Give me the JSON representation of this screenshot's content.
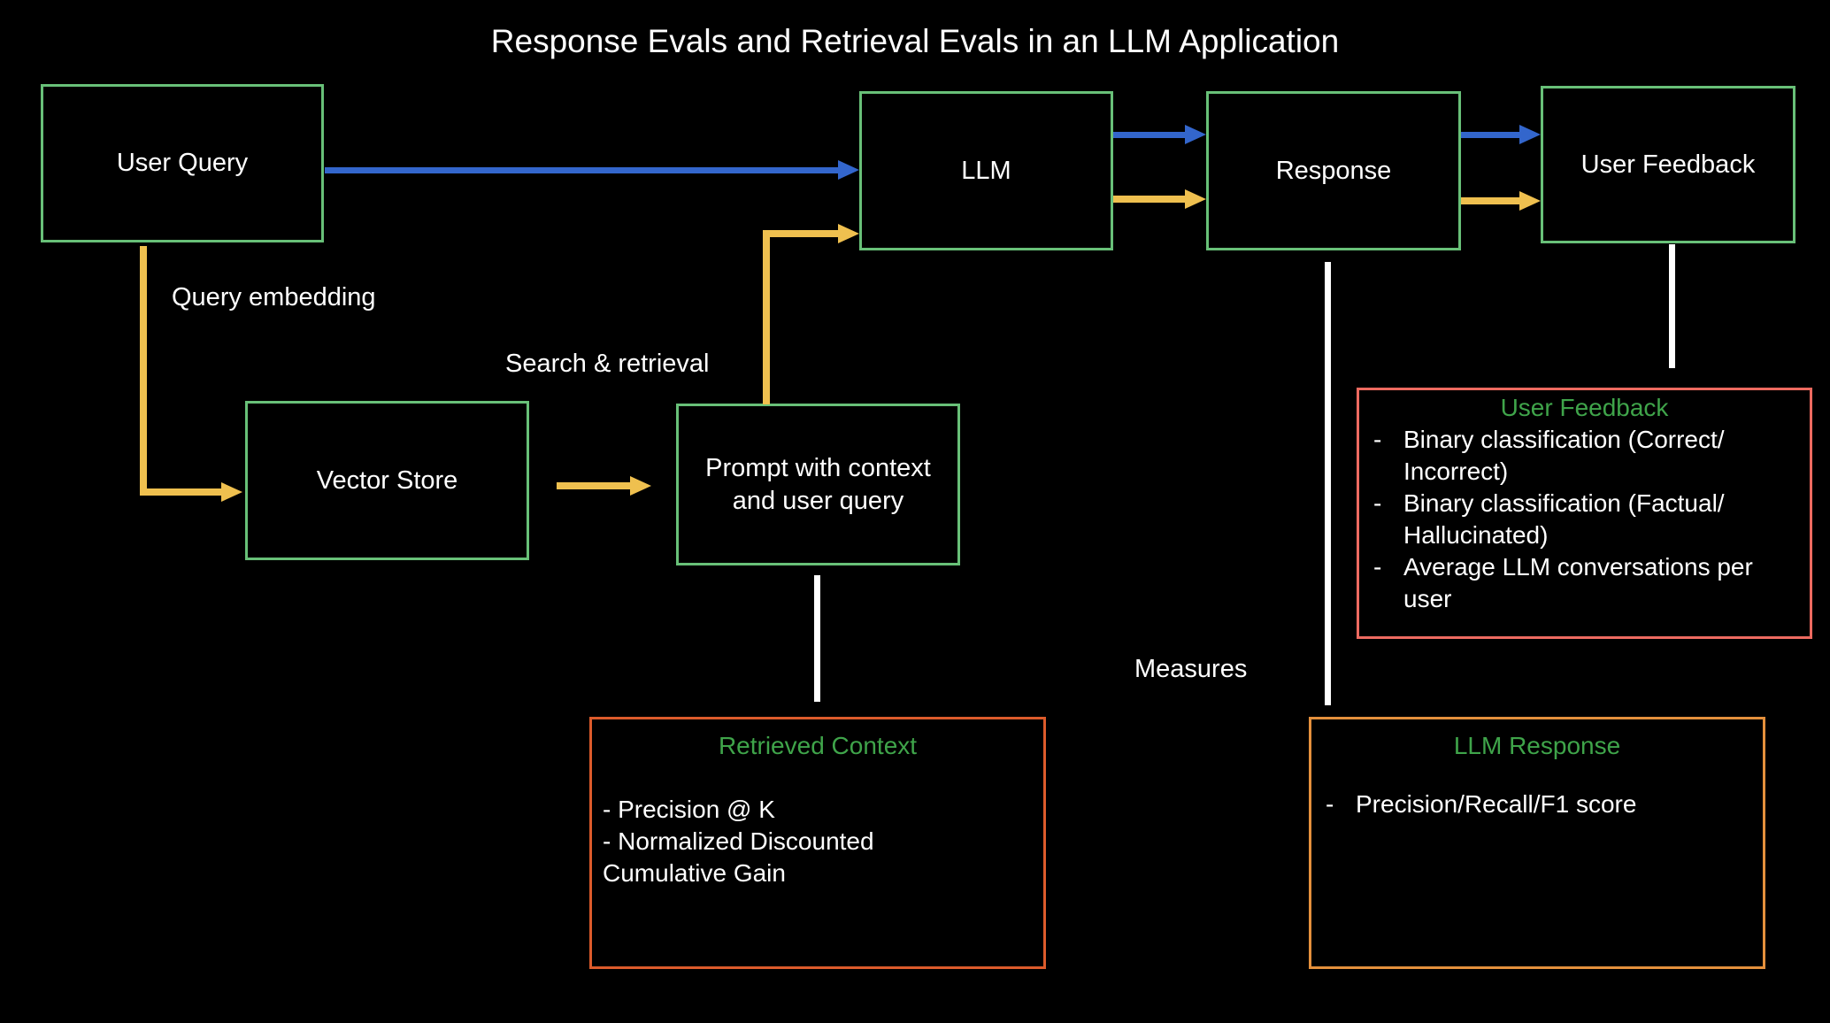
{
  "title": "Response Evals and Retrieval Evals in an LLM Application",
  "colors": {
    "background": "#000000",
    "node_border_green": "#68C078",
    "heading_green": "#3FA44A",
    "user_feedback_box_border": "#ED6A60",
    "retrieved_context_box_border": "#DC5B2B",
    "llm_response_box_border": "#E4903C",
    "arrow_blue": "#3366CC",
    "arrow_yellow": "#EFC04F",
    "connector_white": "#FFFFFF",
    "text_white": "#FFFFFF"
  },
  "nodes": {
    "user_query": {
      "label": "User Query"
    },
    "llm": {
      "label": "LLM"
    },
    "response": {
      "label": "Response"
    },
    "user_feedback": {
      "label": "User Feedback"
    },
    "vector_store": {
      "label": "Vector Store"
    },
    "prompt": {
      "label": "Prompt with context\nand user query"
    }
  },
  "edge_labels": {
    "query_embedding": "Query embedding",
    "search_retrieval": "Search & retrieval",
    "measures": "Measures"
  },
  "metrics": {
    "user_feedback": {
      "title": "User Feedback",
      "items": [
        {
          "dash": "-",
          "text": "Binary classification (Correct/\nIncorrect)"
        },
        {
          "dash": "-",
          "text": "Binary classification (Factual/\nHallucinated)"
        },
        {
          "dash": "-",
          "text": "Average LLM conversations per user"
        }
      ]
    },
    "retrieved_context": {
      "title": "Retrieved Context",
      "items": [
        "- Precision @ K",
        "- Normalized Discounted\nCumulative Gain"
      ]
    },
    "llm_response": {
      "title": "LLM Response",
      "items": [
        {
          "dash": "-",
          "text": "Precision/Recall/F1 score"
        }
      ]
    }
  }
}
